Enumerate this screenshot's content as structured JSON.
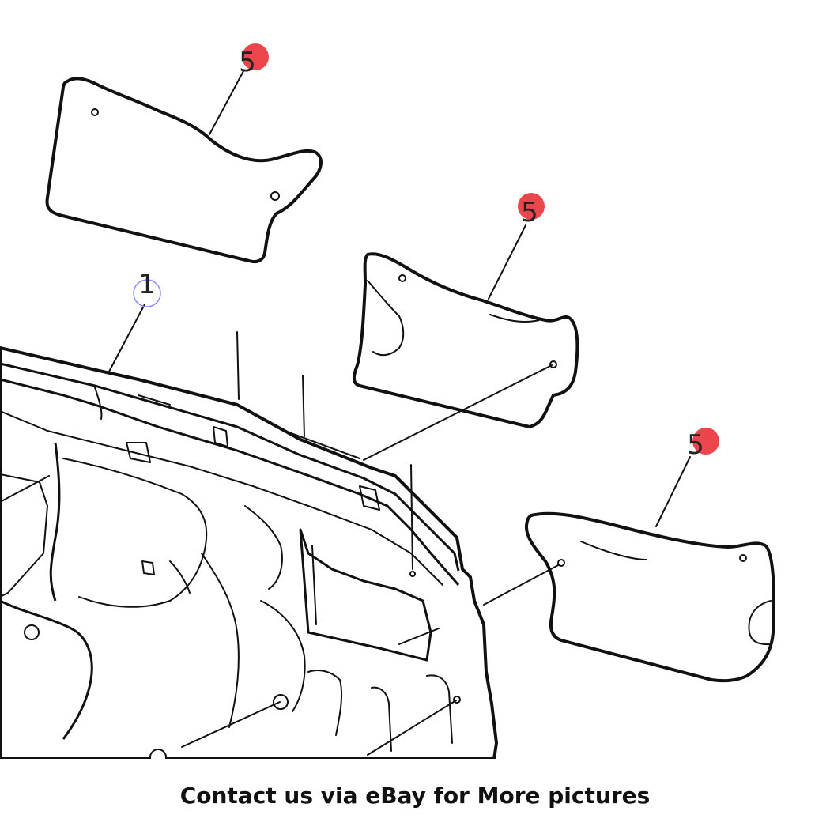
{
  "callouts": [
    {
      "id": "panel-top",
      "label": "5",
      "highlight": "#e8262c"
    },
    {
      "id": "panel-middle",
      "label": "5",
      "highlight": "#e8262c"
    },
    {
      "id": "panel-right",
      "label": "5",
      "highlight": "#e8262c"
    },
    {
      "id": "bulkhead",
      "label": "1",
      "highlight": "#8a8aff"
    }
  ],
  "caption": "Contact us via eBay for More pictures"
}
